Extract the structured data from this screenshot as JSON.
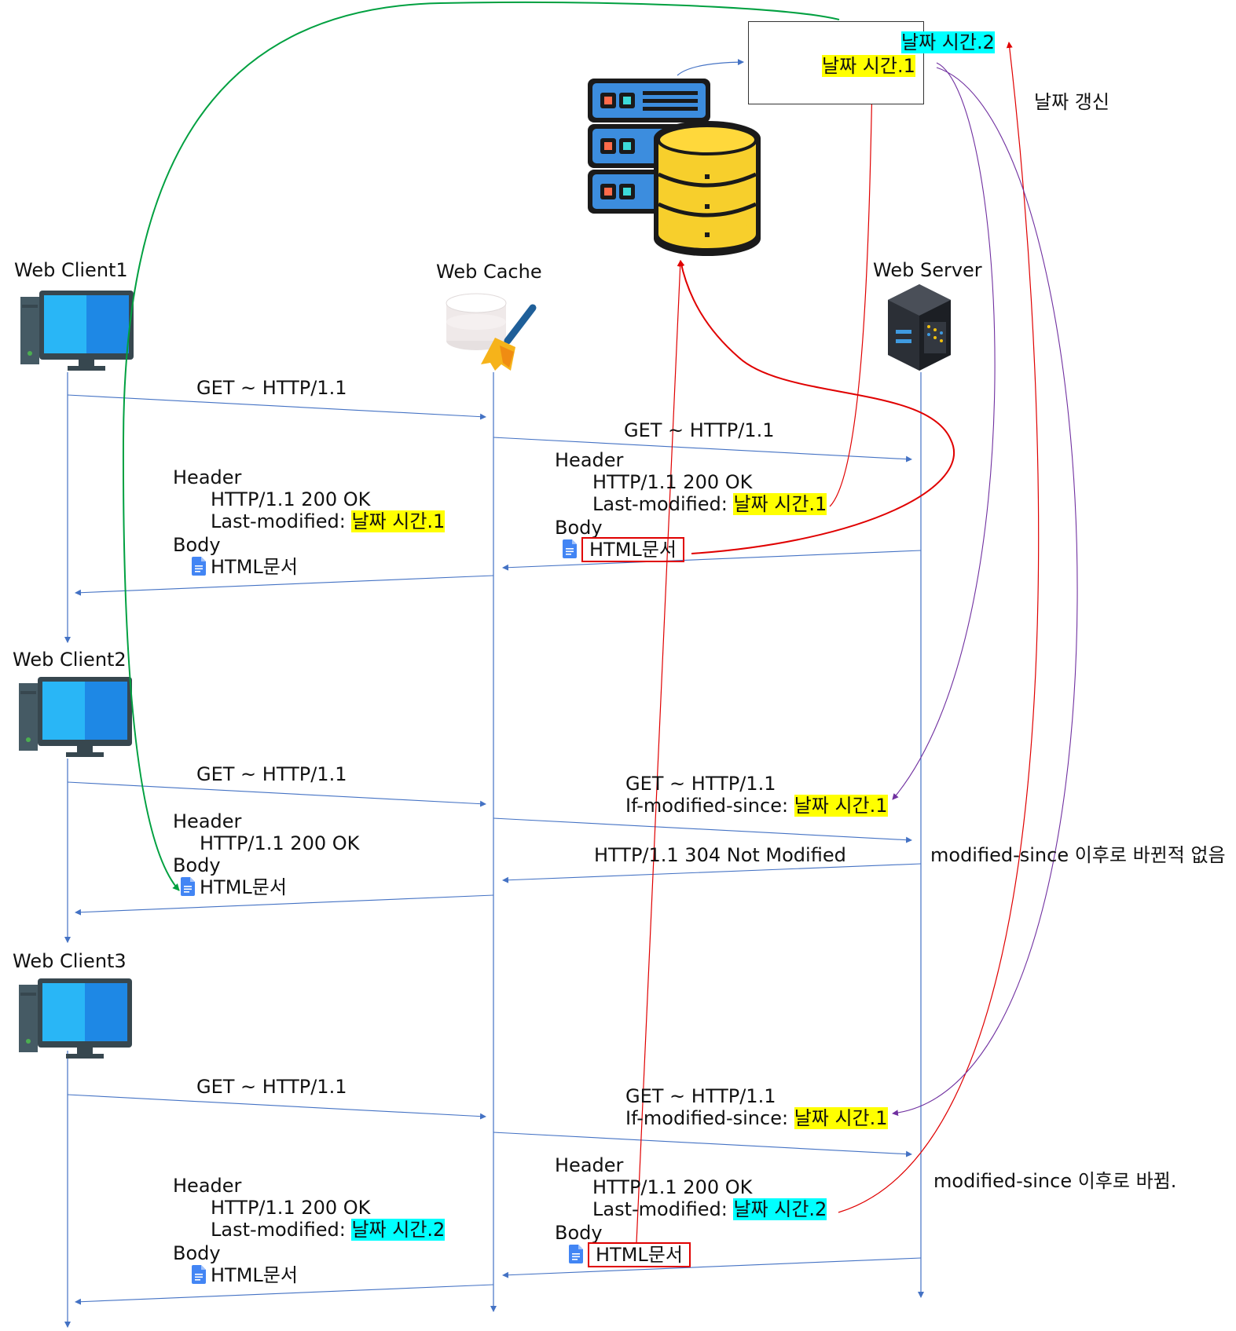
{
  "participants": {
    "client1": "Web Client1",
    "client2": "Web Client2",
    "client3": "Web Client3",
    "cache": "Web Cache",
    "server": "Web Server"
  },
  "server_doc": {
    "date1": "날짜 시간.1",
    "date2": "날짜 시간.2"
  },
  "annotations": {
    "date_update": "날짜 갱신",
    "not_modified_note": "modified-since 이후로 바뀐적 없음",
    "modified_note": "modified-since 이후로 바뀜."
  },
  "flow1": {
    "client_get": "GET ~ HTTP/1.1",
    "cache_get": "GET ~ HTTP/1.1",
    "server_resp": {
      "header": "Header",
      "status": "HTTP/1.1 200 OK",
      "lm_key": "Last-modified:",
      "lm_val": "날짜 시간.1",
      "body": "Body",
      "doc": "HTML문서"
    },
    "cache_resp": {
      "header": "Header",
      "status": "HTTP/1.1 200 OK",
      "lm_key": "Last-modified:",
      "lm_val": "날짜 시간.1",
      "body": "Body",
      "doc": "HTML문서"
    }
  },
  "flow2": {
    "client_get": "GET ~ HTTP/1.1",
    "cache_get": "GET ~ HTTP/1.1",
    "ims_key": "If-modified-since:",
    "ims_val": "날짜 시간.1",
    "server_resp": "HTTP/1.1 304 Not Modified",
    "cache_resp": {
      "header": "Header",
      "status": "HTTP/1.1 200 OK",
      "body": "Body",
      "doc": "HTML문서"
    }
  },
  "flow3": {
    "client_get": "GET ~ HTTP/1.1",
    "cache_get": "GET ~ HTTP/1.1",
    "ims_key": "If-modified-since:",
    "ims_val": "날짜 시간.1",
    "server_resp": {
      "header": "Header",
      "status": "HTTP/1.1 200 OK",
      "lm_key": "Last-modified:",
      "lm_val": "날짜 시간.2",
      "body": "Body",
      "doc": "HTML문서"
    },
    "cache_resp": {
      "header": "Header",
      "status": "HTTP/1.1 200 OK",
      "lm_key": "Last-modified:",
      "lm_val": "날짜 시간.2",
      "body": "Body",
      "doc": "HTML문서"
    }
  },
  "colors": {
    "message_line": "#4472c4",
    "highlight_yellow": "#ffff00",
    "highlight_cyan": "#00ffff",
    "red_arrow": "#e00000",
    "purple_arrow": "#7030a0",
    "green_arrow": "#00a040"
  }
}
